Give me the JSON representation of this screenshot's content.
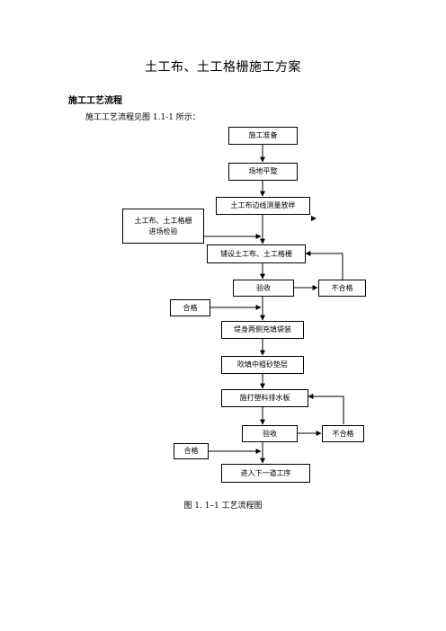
{
  "doc": {
    "title": "土工布、土工格栅施工方案",
    "section_heading": "施工工艺流程",
    "intro": "施工工艺流程见图 1.1-1 所示：",
    "caption": "图 1. 1–1  工艺流程图"
  },
  "flow": {
    "prep": "施工准备",
    "level": "场地平整",
    "survey": "土工布边线测量放样",
    "inspect_line1": "土工布、土工格栅",
    "inspect_line2": "进场检验",
    "lay": "铺设土工布、土工格栅",
    "accept1": "验收",
    "fail1": "不合格",
    "pass1": "合格",
    "fill": "堤身两侧充填袋装",
    "sand": "吹填中粗砂垫层",
    "drain": "施打塑料排水板",
    "accept2": "验收",
    "fail2": "不合格",
    "pass2": "合格",
    "next": "进入下一道工序"
  }
}
